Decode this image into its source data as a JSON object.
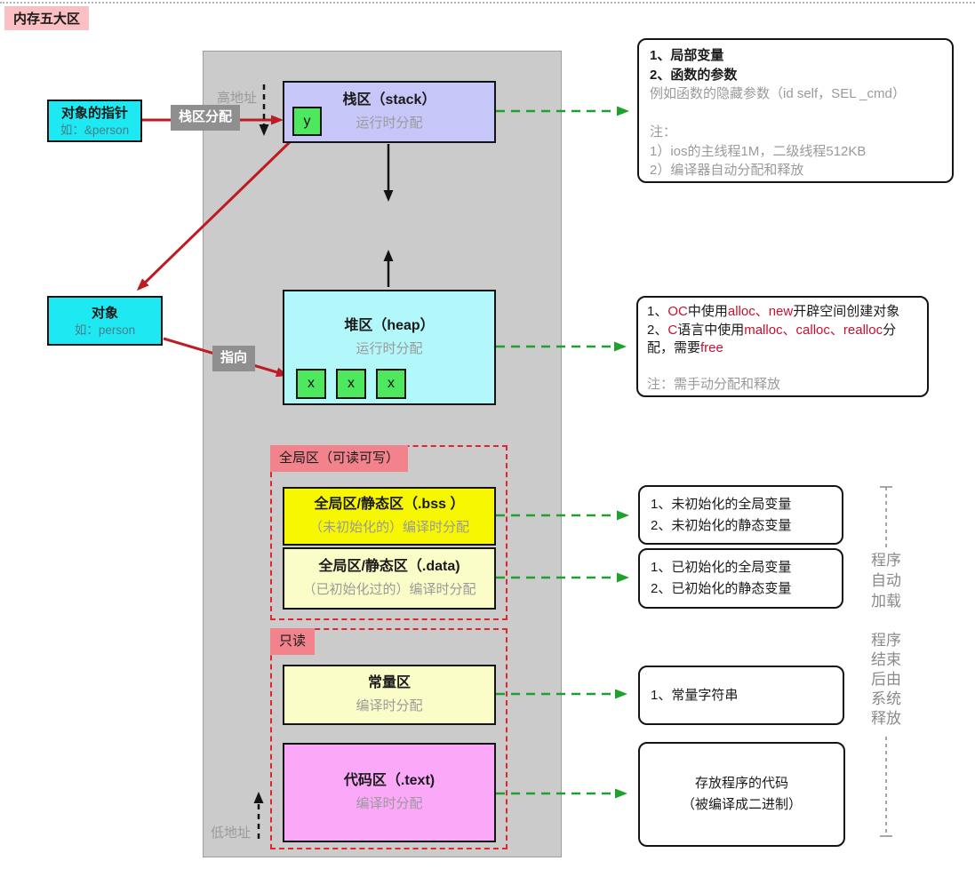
{
  "title": "内存五大区",
  "colors": {
    "stack_fill": "#c7c6f8",
    "heap_fill": "#b2f7f9",
    "cell_green": "#4de85d",
    "cyan_box": "#1ee8f2",
    "bss_yellow": "#f6f700",
    "pale_yellow": "#fbfdc9",
    "code_pink": "#fba8f8",
    "title_pink": "#fbbfc4",
    "section_label_red": "#f2838d",
    "gray_label": "#8f8f8f",
    "container_gray": "#cbcbcb",
    "arrow_red": "#be1b24",
    "arrow_green": "#1fa12e",
    "red_text": "#c8102e"
  },
  "diagram": {
    "high_address_label": "高地址",
    "low_address_label": "低地址",
    "stack": {
      "name": "栈区（stack）",
      "alloc": "运行时分配",
      "cell": "y"
    },
    "heap": {
      "name": "堆区（heap）",
      "alloc": "运行时分配",
      "cells": [
        "x",
        "x",
        "x"
      ]
    },
    "global": {
      "label": "全局区（可读可写）",
      "bss": {
        "name": "全局区/静态区（.bss ）",
        "alloc": "（未初始化的）编译时分配"
      },
      "data": {
        "name": "全局区/静态区（.data)",
        "alloc": "（已初始化过的）编译时分配"
      }
    },
    "readonly": {
      "label": "只读",
      "const": {
        "name": "常量区",
        "alloc": "编译时分配"
      },
      "code": {
        "name": "代码区（.text)",
        "alloc": "编译时分配"
      }
    }
  },
  "left": {
    "pointer_box": {
      "title": "对象的指针",
      "example": "如：&person"
    },
    "object_box": {
      "title": "对象",
      "example": "如：person"
    },
    "stack_alloc_label": "栈区分配",
    "points_to_label": "指向"
  },
  "notes": {
    "stack": [
      {
        "text": "1、局部变量",
        "strong": true
      },
      {
        "text": "2、函数的参数",
        "strong": true
      },
      {
        "text": "例如函数的隐藏参数（id self，SEL _cmd）",
        "muted": true
      },
      {
        "text": ""
      },
      {
        "text": "注：",
        "muted": true
      },
      {
        "text": "1）ios的主线程1M，二级线程512KB",
        "muted": true
      },
      {
        "text": "2）编译器自动分配和释放",
        "muted": true
      }
    ],
    "heap_rich": [
      [
        {
          "t": "1、"
        },
        {
          "t": "OC",
          "red": true
        },
        {
          "t": "中使用"
        },
        {
          "t": "alloc、new",
          "red": true
        },
        {
          "t": "开辟空间创建对象"
        }
      ],
      [
        {
          "t": "2、"
        },
        {
          "t": "C",
          "red": true
        },
        {
          "t": "语言中使用"
        },
        {
          "t": "malloc、calloc、realloc",
          "red": true
        },
        {
          "t": "分配，需要"
        },
        {
          "t": "free",
          "red": true
        }
      ],
      [],
      [
        {
          "t": "注：需手动分配和释放",
          "muted": true
        }
      ]
    ],
    "bss": [
      "1、未初始化的全局变量",
      "2、未初始化的静态变量"
    ],
    "data": [
      "1、已初始化的全局变量",
      "2、已初始化的静态变量"
    ],
    "const": [
      "1、常量字符串"
    ],
    "code": [
      "存放程序的代码",
      "（被编译成二进制）"
    ]
  },
  "side_notes": {
    "auto_load": [
      "程序",
      "自动",
      "加载"
    ],
    "release": [
      "程序",
      "结束",
      "后由",
      "系统",
      "释放"
    ]
  }
}
